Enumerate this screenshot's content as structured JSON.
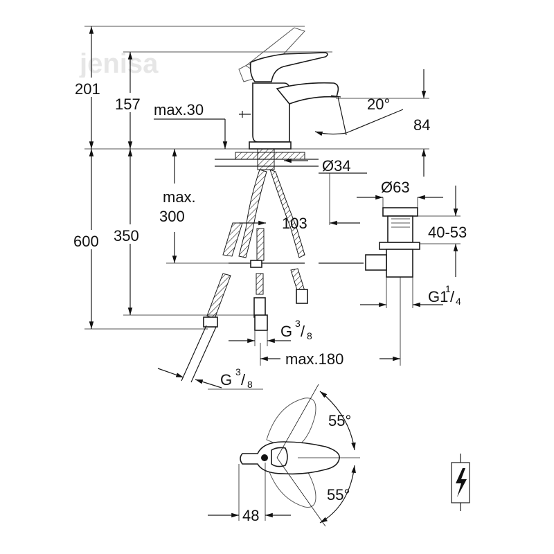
{
  "watermark": "jenisa",
  "top_view": {
    "dim_total_height": "201",
    "dim_spout_height": "157",
    "dim_max_deck": "max.30",
    "dim_spout_angle": "20°",
    "dim_spout_outlet": "84"
  },
  "installation": {
    "dim_hole": "Ø34",
    "dim_drain": "Ø63",
    "dim_drain_range": "40-53",
    "dim_max_300_a": "max.",
    "dim_max_300_b": "300",
    "dim_103": "103",
    "dim_600": "600",
    "dim_350": "350",
    "dim_g114": "G1",
    "dim_g114_sup": "1",
    "dim_g114_sub": "4",
    "dim_g38_a": "G",
    "dim_g38_a_sup": "3",
    "dim_g38_a_sub": "8",
    "dim_max180": "max.180",
    "dim_g38_b": "G",
    "dim_g38_b_sup": "3",
    "dim_g38_b_sub": "8"
  },
  "lever_view": {
    "dim_angle_top": "55°",
    "dim_angle_bottom": "55°",
    "dim_48": "48"
  },
  "icons": {
    "symbol": "lightning-bolt-icon"
  }
}
